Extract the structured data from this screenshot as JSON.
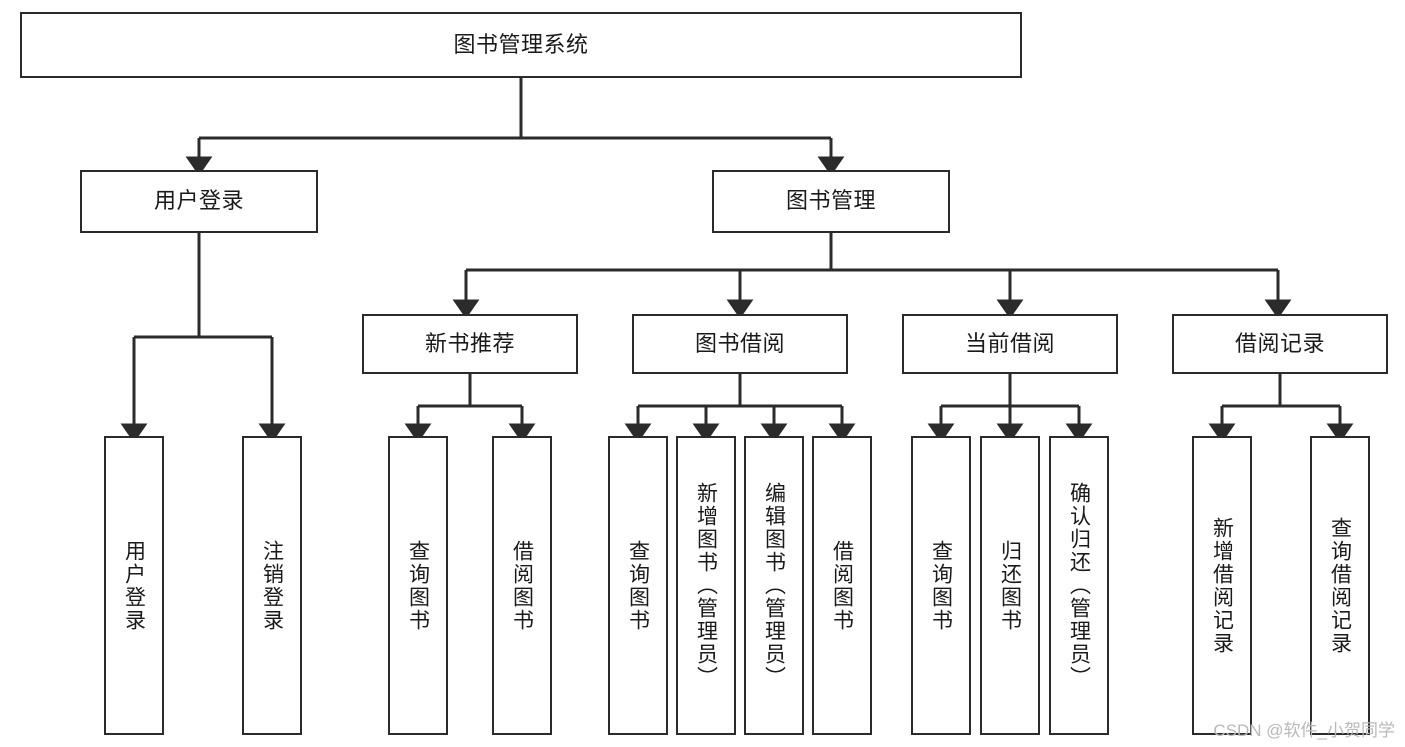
{
  "diagram": {
    "type": "hierarchy-tree",
    "title": "图书管理系统",
    "colors": {
      "stroke": "#2b2b2b",
      "fill": "#ffffff",
      "text": "#1a1a1a",
      "watermark": "#b9b9b9"
    },
    "levels": {
      "root": {
        "label": "图书管理系统"
      },
      "level2": [
        {
          "label": "用户登录"
        },
        {
          "label": "图书管理"
        }
      ],
      "level3": [
        {
          "label": "新书推荐"
        },
        {
          "label": "图书借阅"
        },
        {
          "label": "当前借阅"
        },
        {
          "label": "借阅记录"
        }
      ],
      "leaves": {
        "user_login": [
          {
            "label": "用户登录"
          },
          {
            "label": "注销登录"
          }
        ],
        "new_book_recommend": [
          {
            "label": "查询图书"
          },
          {
            "label": "借阅图书"
          }
        ],
        "book_borrow": [
          {
            "label": "查询图书"
          },
          {
            "label": "新增图书（管理员）"
          },
          {
            "label": "编辑图书（管理员）"
          },
          {
            "label": "借阅图书"
          }
        ],
        "current_borrow": [
          {
            "label": "查询图书"
          },
          {
            "label": "归还图书"
          },
          {
            "label": "确认归还（管理员）"
          }
        ],
        "borrow_record": [
          {
            "label": "新增借阅记录"
          },
          {
            "label": "查询借阅记录"
          }
        ]
      }
    },
    "watermark": "CSDN @软件_小贺同学"
  }
}
